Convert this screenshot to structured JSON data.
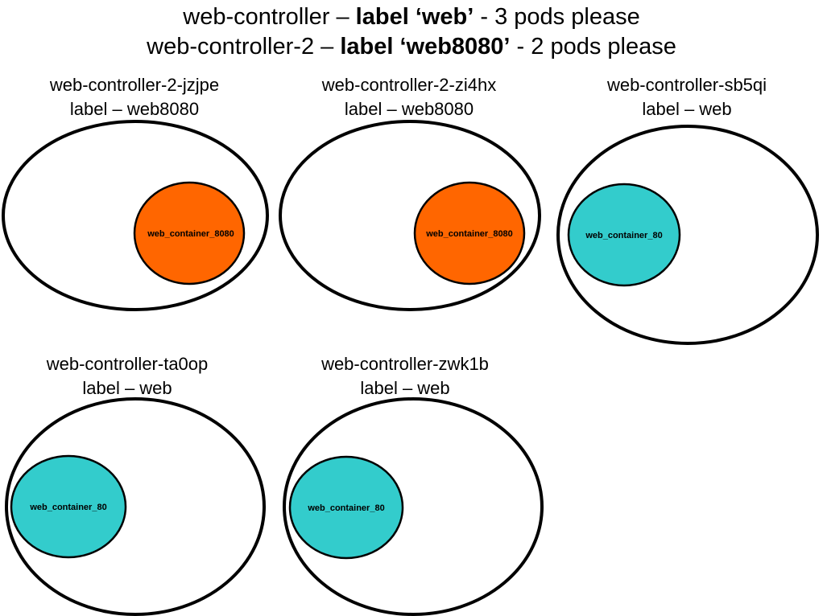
{
  "header": {
    "line1": {
      "part1": "web-controller – ",
      "bold": "label ‘web’",
      "part2": " - 3 pods please"
    },
    "line2": {
      "part1": "web-controller-2 – ",
      "bold": "label ‘web8080’",
      "part2": " - 2 pods please"
    }
  },
  "pods": [
    {
      "name": "web-controller-2-jzjpe",
      "label": "label – web8080",
      "container": "web_container_8080",
      "color": "#ff6600"
    },
    {
      "name": "web-controller-2-zi4hx",
      "label": "label – web8080",
      "container": "web_container_8080",
      "color": "#ff6600"
    },
    {
      "name": "web-controller-sb5qi",
      "label": "label – web",
      "container": "web_container_80",
      "color": "#33cccc"
    },
    {
      "name": "web-controller-ta0op",
      "label": "label – web",
      "container": "web_container_80",
      "color": "#33cccc"
    },
    {
      "name": "web-controller-zwk1b",
      "label": "label – web",
      "container": "web_container_80",
      "color": "#33cccc"
    }
  ]
}
